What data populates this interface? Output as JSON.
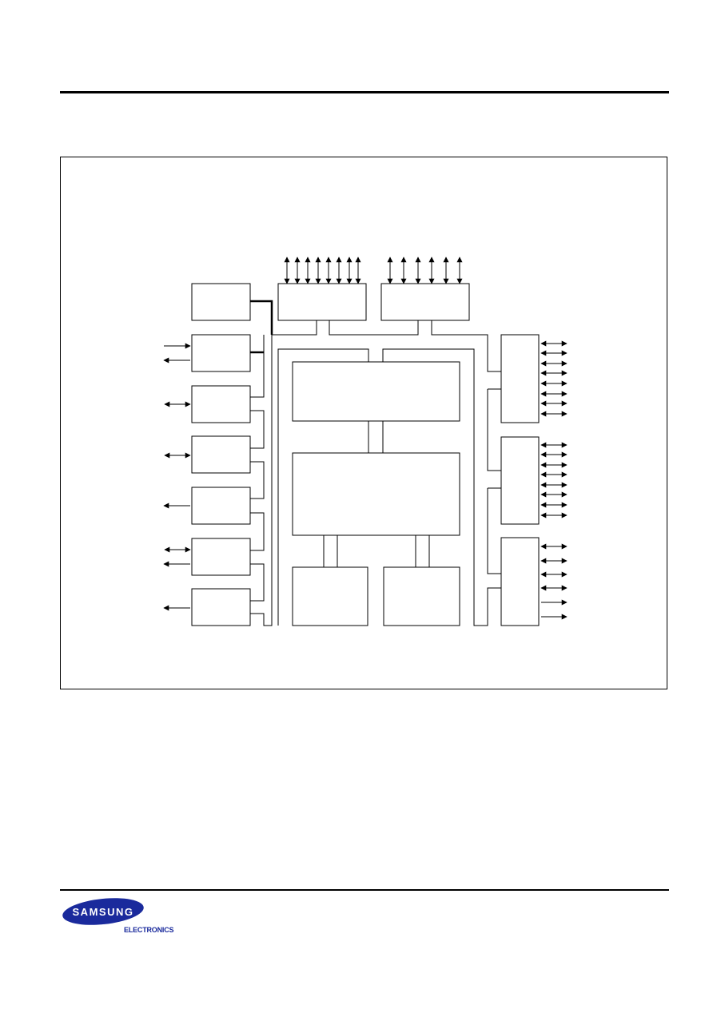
{
  "brand": {
    "logo_text": "SAMSUNG",
    "subtext": "ELECTRONICS",
    "logo_color": "#1a2a9c",
    "line_color": "#000000"
  },
  "diagram": {
    "blocks": [
      {
        "id": "left-1"
      },
      {
        "id": "left-2"
      },
      {
        "id": "left-3"
      },
      {
        "id": "left-4"
      },
      {
        "id": "left-5"
      },
      {
        "id": "left-6"
      },
      {
        "id": "left-7"
      },
      {
        "id": "top-port-a"
      },
      {
        "id": "top-port-b"
      },
      {
        "id": "core-upper"
      },
      {
        "id": "core-main"
      },
      {
        "id": "mem-left"
      },
      {
        "id": "mem-right"
      },
      {
        "id": "right-port-1"
      },
      {
        "id": "right-port-2"
      },
      {
        "id": "right-port-3"
      }
    ],
    "top_port_a_pins": 8,
    "top_port_b_pins": 6,
    "right_port_1_pins": 8,
    "right_port_2_pins": 8,
    "right_port_3_bidirectional_pins": 4,
    "right_port_3_output_pins": 2
  }
}
